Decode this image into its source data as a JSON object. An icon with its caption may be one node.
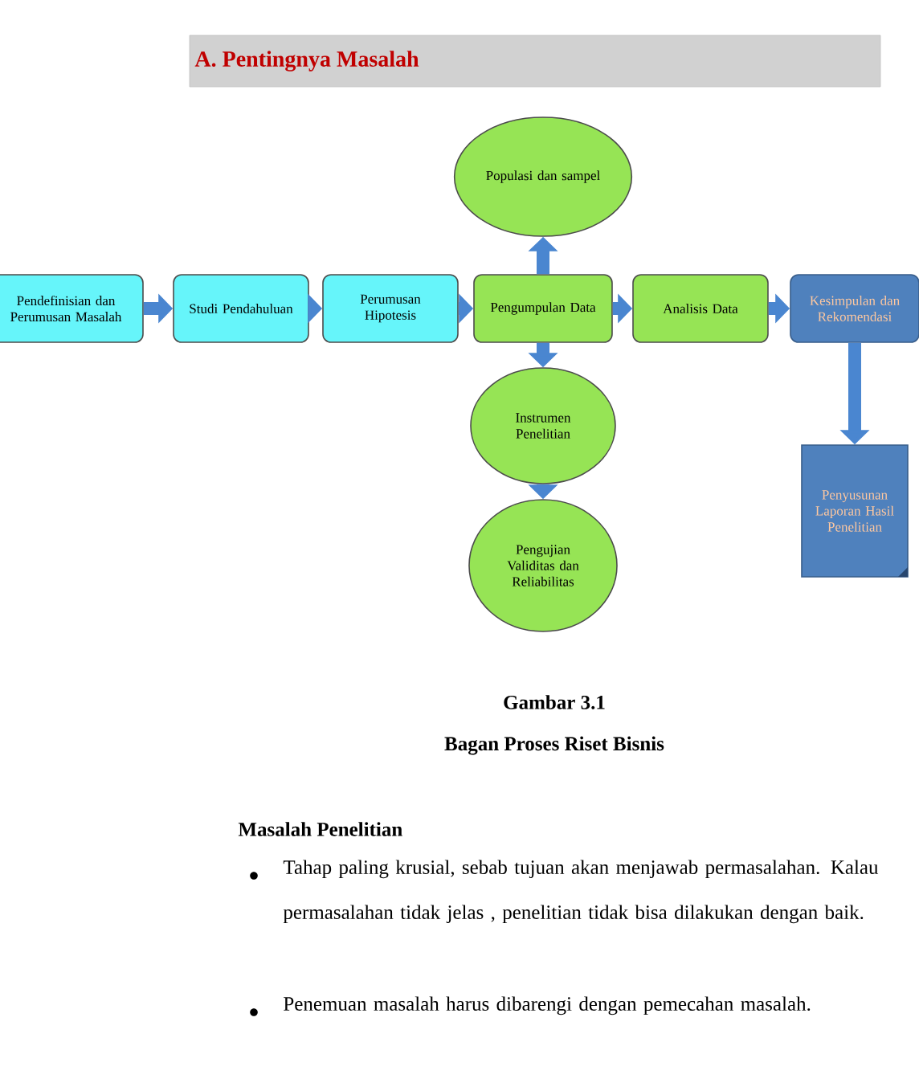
{
  "diagram": {
    "title": "A. Pentingnya Masalah",
    "caption": "Bagan Proses Riset Bisnis",
    "nodes": [
      {
        "text": [
          "Populasi dan sampel"
        ]
      },
      {
        "text": [
          "Pendefinisian dan Perumusan Masalah"
        ]
      },
      {
        "text": [
          "Studi Pendahuluan"
        ]
      },
      {
        "text": [
          "Perumusan Hipotesis"
        ]
      },
      {
        "text": [
          "Pengumpulan Data"
        ]
      },
      {
        "text": [
          "Analisis Data"
        ]
      },
      {
        "text": [
          "Kesimpulan dan Rekomendasi"
        ]
      },
      {
        "text": [
          "Instrumen Penelitian"
        ]
      },
      {
        "text": [
          "Pengujian Validitas dan Reliabilitas"
        ]
      },
      {
        "text": [
          "Penyusunan Laporan Hasil Penelitian"
        ]
      }
    ],
    "edges": [
      {
        "from": 1,
        "to": 2,
        "arrow": "to"
      },
      {
        "from": 2,
        "to": 3,
        "arrow": "to"
      },
      {
        "from": 3,
        "to": 4,
        "arrow": "to"
      },
      {
        "from": 4,
        "to": 5,
        "arrow": "to"
      },
      {
        "from": 5,
        "to": 6,
        "arrow": "to"
      },
      {
        "from": 4,
        "to": 0,
        "arrow": "to"
      },
      {
        "from": 4,
        "to": 7,
        "arrow": "to"
      },
      {
        "from": 7,
        "to": 8,
        "arrow": "to"
      },
      {
        "from": 6,
        "to": 9,
        "arrow": "to"
      }
    ],
    "labels": [
      "Gambar 3.1",
      "Masalah Penelitian",
      "Tahap paling krusial, sebab tujuan akan menjawab permasalahan. Kalau permasalahan tidak jelas , penelitian tidak bisa dilakukan dengan baik.",
      "Penemuan masalah harus dibarengi dengan pemecahan masalah."
    ]
  }
}
